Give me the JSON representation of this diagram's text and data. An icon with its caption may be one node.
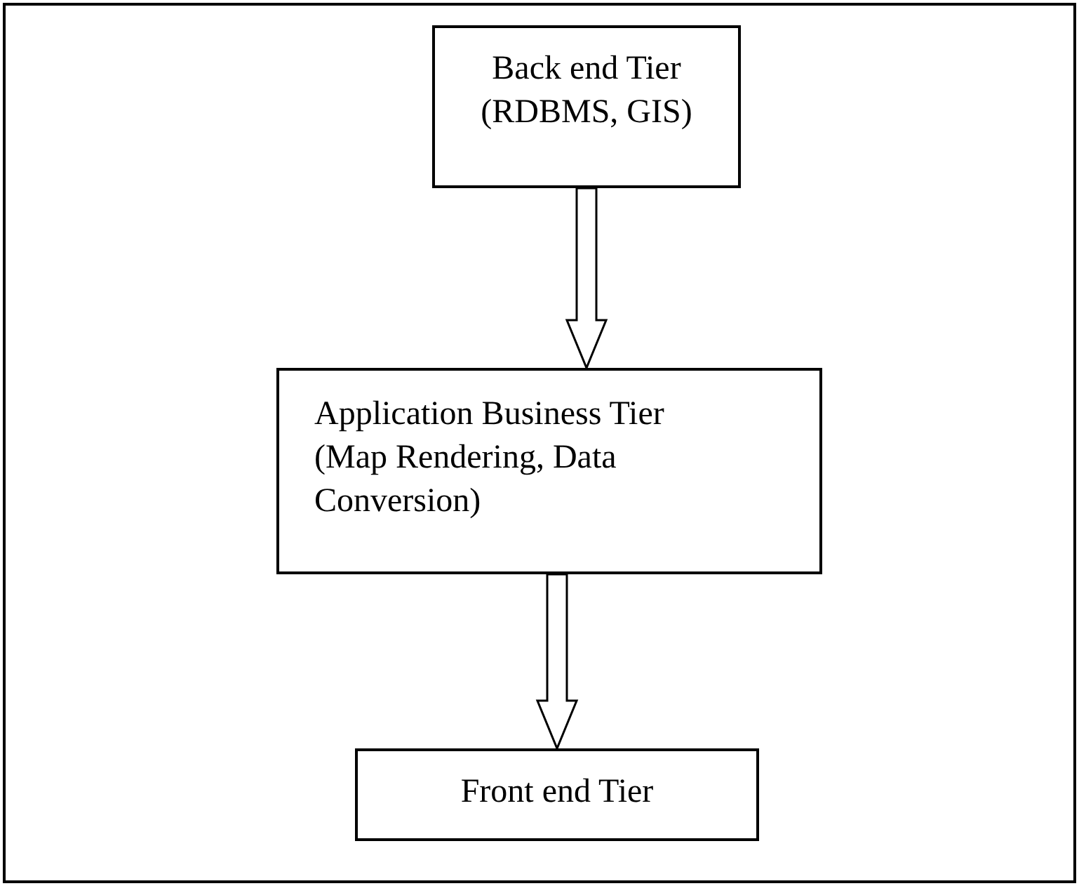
{
  "diagram": {
    "nodes": [
      {
        "text": [
          "Back end Tier (RDBMS, GIS)"
        ]
      },
      {
        "text": [
          "Application Business Tier (Map Rendering, Data Conversion)"
        ]
      },
      {
        "text": [
          "Front end Tier"
        ]
      }
    ],
    "edges": [
      {
        "from": 0,
        "to": 1,
        "arrow": "to"
      },
      {
        "from": 1,
        "to": 2,
        "arrow": "to"
      }
    ]
  }
}
